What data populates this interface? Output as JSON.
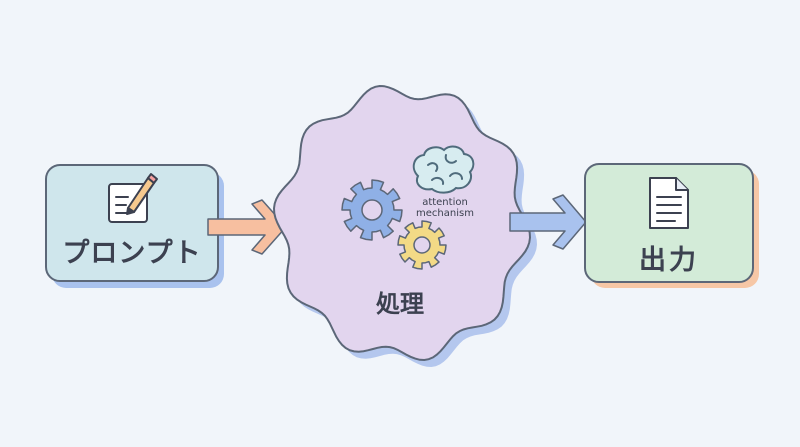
{
  "nodes": {
    "input": {
      "label": "プロンプト",
      "icon": "pencil-document-icon",
      "fill": "#cfe6ec",
      "shadow": "#a9c2ee"
    },
    "process": {
      "label": "処理",
      "annotation_line1": "attention",
      "annotation_line2": "mechanism",
      "icons": [
        "brain-icon",
        "gear-icon",
        "gear-icon"
      ],
      "fill": "#e2d5ee",
      "shadow": "#b4c7ee"
    },
    "output": {
      "label": "出力",
      "icon": "document-icon",
      "fill": "#d3ebd8",
      "shadow": "#f6c7a6"
    }
  },
  "edges": [
    {
      "from": "input",
      "to": "process",
      "color": "#f7bfa0"
    },
    {
      "from": "process",
      "to": "output",
      "color": "#a9c2ee"
    }
  ],
  "colors": {
    "background": "#f1f5fa",
    "outline": "#5c6778",
    "gear_blue": "#8fb0e6",
    "gear_yellow": "#f3da86"
  }
}
